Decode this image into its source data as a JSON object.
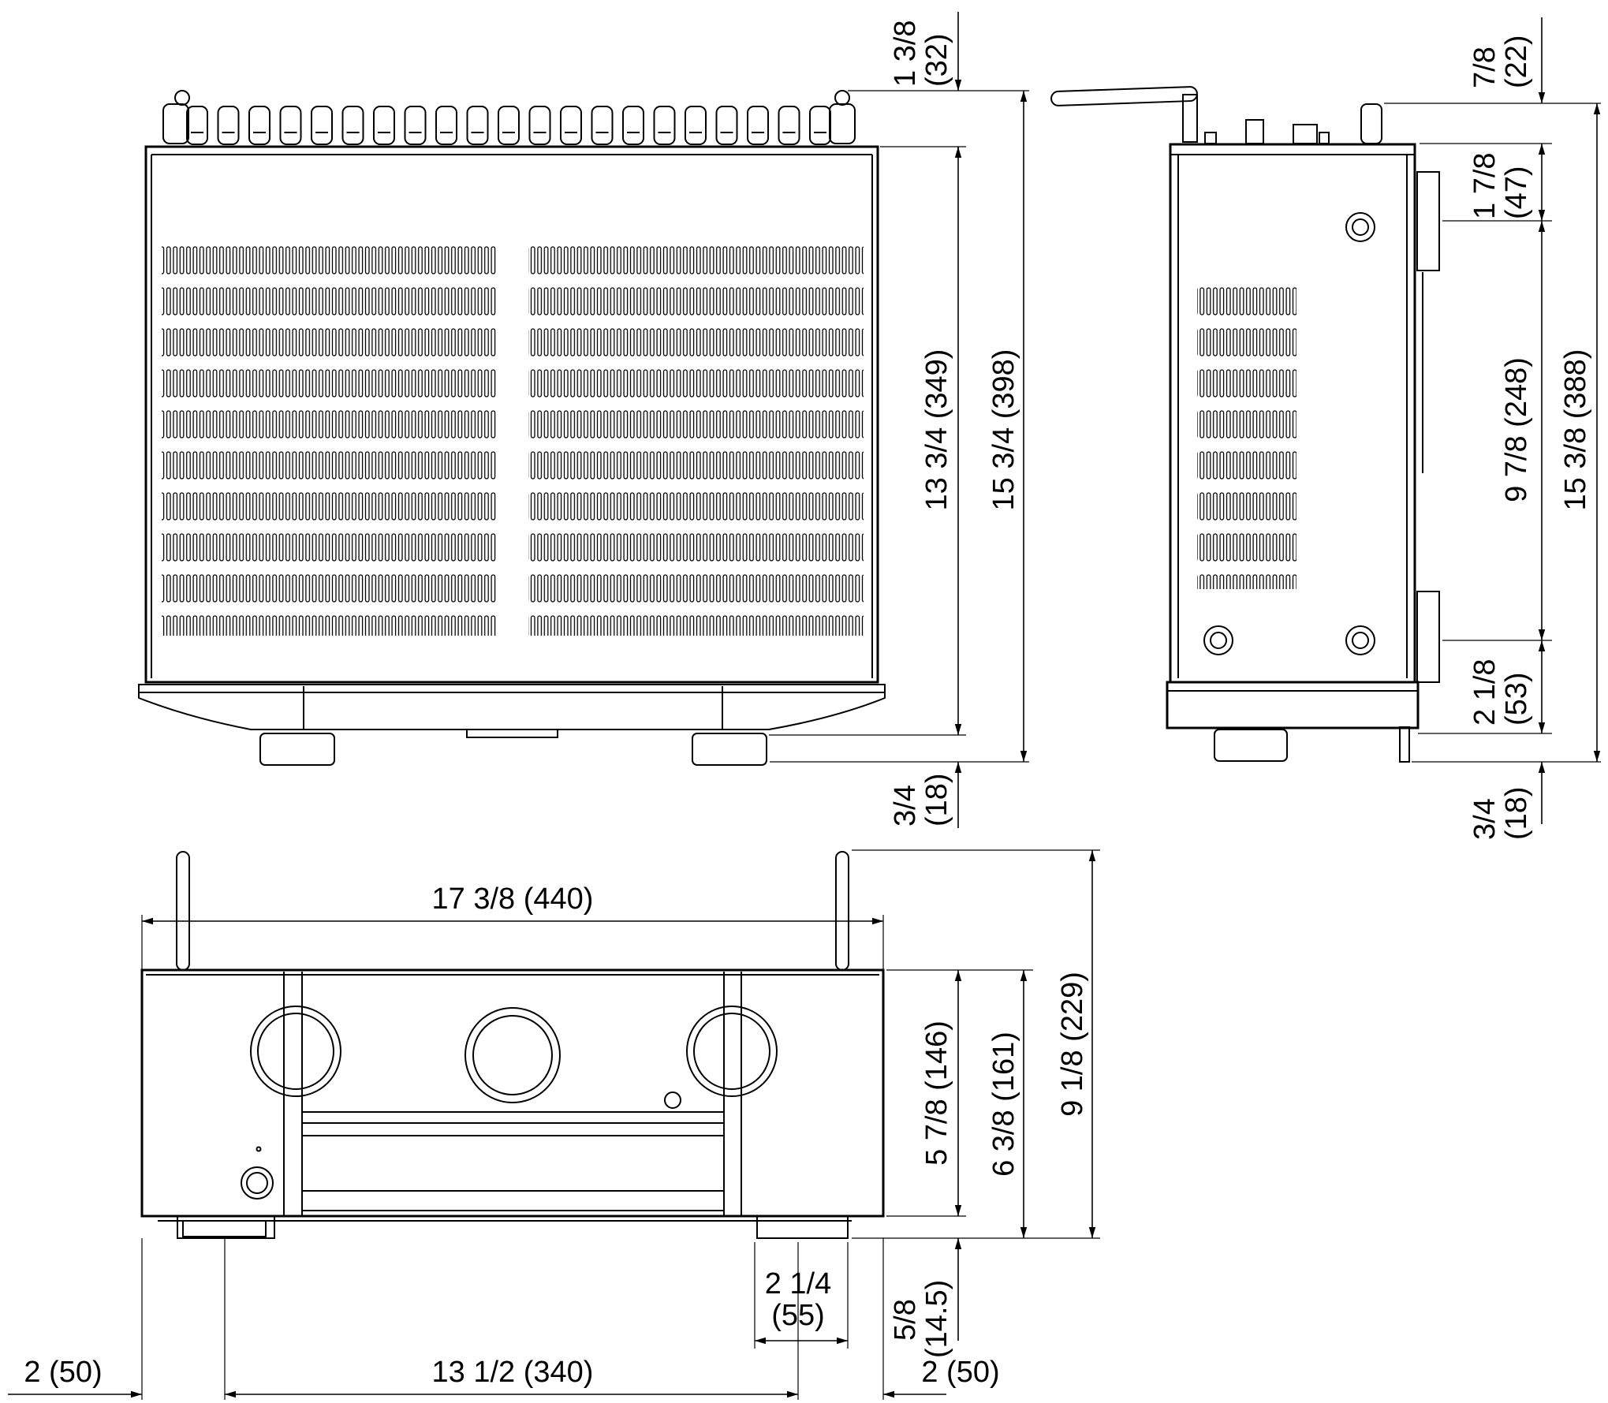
{
  "dimensions": {
    "top_view": {
      "antenna_offset": [
        "1 3/8",
        "(32)"
      ],
      "body_depth": "13 3/4 (349)",
      "total_depth": "15 3/4 (398)",
      "foot_offset": [
        "3/4",
        "(18)"
      ]
    },
    "side_view": {
      "antenna_offset": [
        "7/8",
        "(22)"
      ],
      "top_section": [
        "1 7/8",
        "(47)"
      ],
      "middle_section": "9 7/8 (248)",
      "total_depth": "15 3/8 (388)",
      "bottom_section": [
        "2 1/8",
        "(53)"
      ],
      "foot_offset": [
        "3/4",
        "(18)"
      ]
    },
    "front_view": {
      "width": "17 3/8 (440)",
      "body_height": "5 7/8 (146)",
      "height_with_feet": "6 3/8 (161)",
      "height_with_antenna": "9 1/8 (229)",
      "foot_width": [
        "2 1/4",
        "(55)"
      ],
      "foot_height": [
        "5/8",
        "(14.5)"
      ],
      "left_foot_offset": "2 (50)",
      "foot_spacing": "13 1/2 (340)",
      "right_foot_offset": "2 (50)"
    }
  }
}
